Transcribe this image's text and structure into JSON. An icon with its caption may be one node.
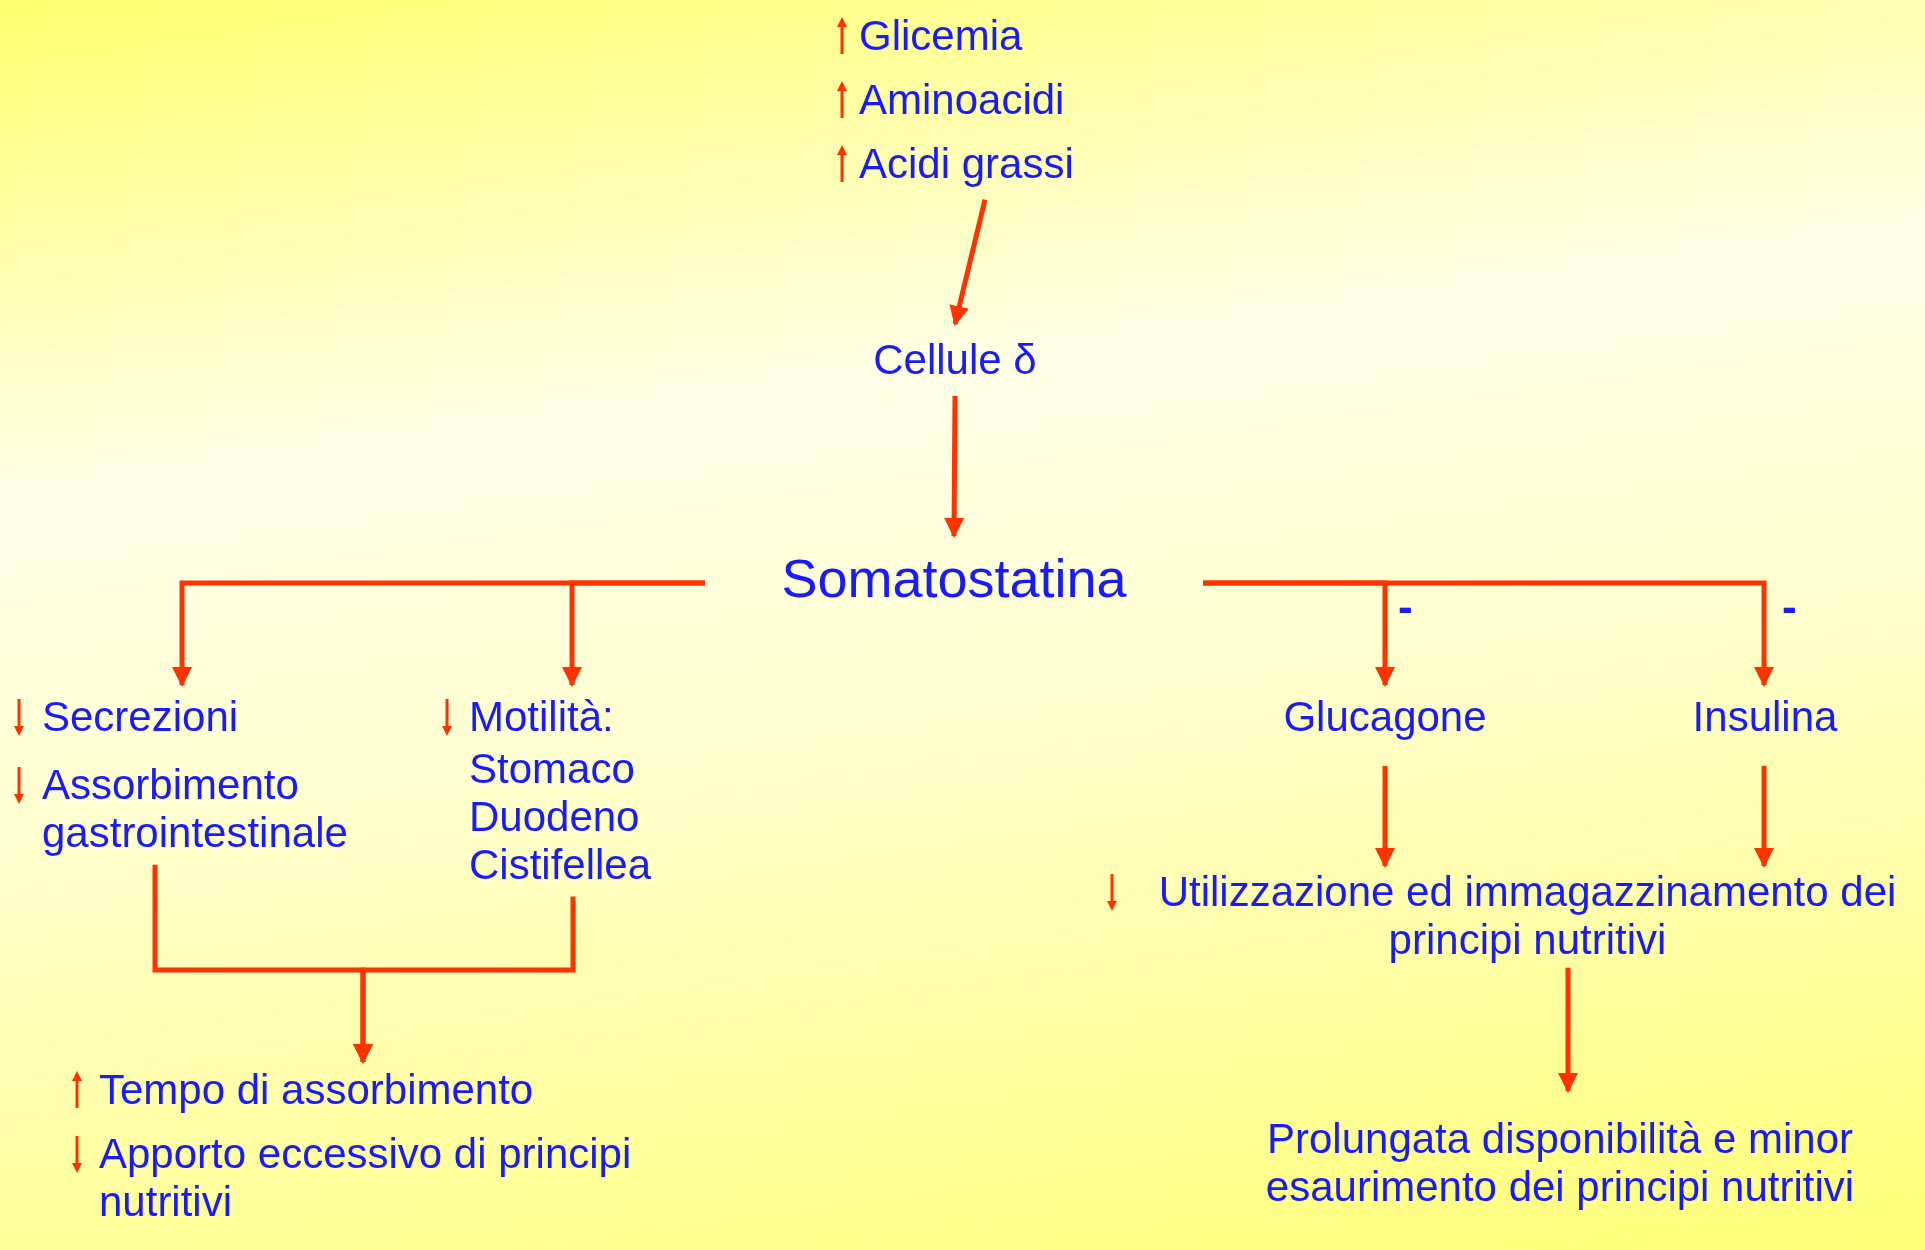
{
  "diagram": {
    "nodes": [
      {
        "text": [
          "Glicemia",
          "Aminoacidi",
          "Acidi grassi"
        ]
      },
      {
        "text": [
          "Cellule δ"
        ]
      },
      {
        "text": [
          "Somatostatina"
        ]
      },
      {
        "text": [
          "Secrezioni",
          "Assorbimento gastrointestinale"
        ]
      },
      {
        "text": [
          "Motilità:",
          "Stomaco Duodeno Cistifellea"
        ]
      },
      {
        "text": [
          "Glucagone"
        ]
      },
      {
        "text": [
          "Insulina"
        ]
      },
      {
        "text": [
          "Tempo di assorbimento",
          "Apporto eccessivo di principi nutritivi"
        ]
      },
      {
        "text": [
          "Utilizzazione ed immagazzinamento dei principi nutritivi"
        ]
      },
      {
        "text": [
          "Prolungata disponibilità e minor esaurimento dei principi nutritivi"
        ]
      }
    ],
    "edges": [
      {
        "from": 0,
        "to": 1,
        "arrow": "to"
      },
      {
        "from": 1,
        "to": 2,
        "arrow": "to"
      },
      {
        "from": 2,
        "to": 3,
        "arrow": "to"
      },
      {
        "from": 2,
        "to": 4,
        "arrow": "to"
      },
      {
        "from": 2,
        "to": 5,
        "arrow": "to",
        "label": "-"
      },
      {
        "from": 2,
        "to": 6,
        "arrow": "to",
        "label": "-"
      },
      {
        "from": 3,
        "to": 7,
        "arrow": "to"
      },
      {
        "from": 4,
        "to": 7,
        "arrow": "to"
      },
      {
        "from": 5,
        "to": 8,
        "arrow": "to"
      },
      {
        "from": 6,
        "to": 8,
        "arrow": "to"
      },
      {
        "from": 8,
        "to": 9,
        "arrow": "to"
      }
    ]
  }
}
